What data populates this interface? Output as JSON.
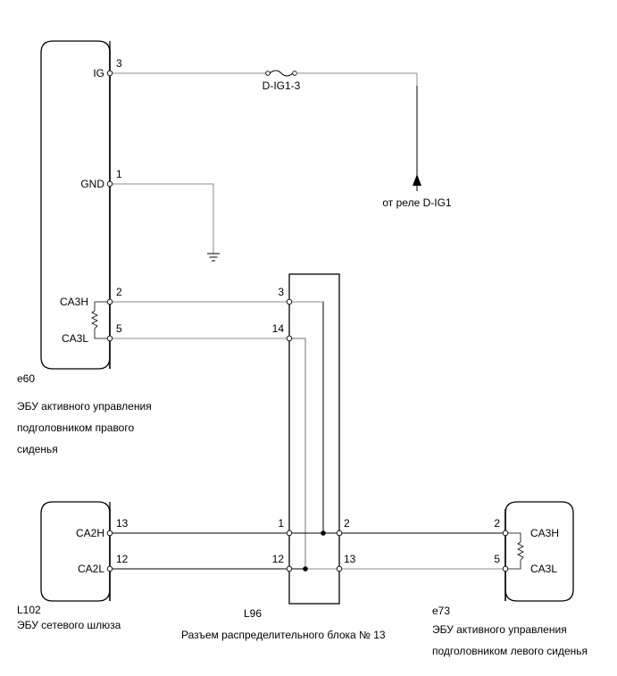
{
  "diagram": {
    "colors": {
      "wire_black": "#000000",
      "wire_gray": "#8c8c8c",
      "outline": "#000000"
    },
    "components": {
      "e60": {
        "id": "e60",
        "description_lines": [
          "ЭБУ активного управления",
          "подголовником правого",
          "сиденья"
        ],
        "pins": [
          {
            "name": "IG",
            "number": "3"
          },
          {
            "name": "GND",
            "number": "1"
          },
          {
            "name": "CA3H",
            "number": "2"
          },
          {
            "name": "CA3L",
            "number": "5"
          }
        ]
      },
      "L96": {
        "id": "L96",
        "description": "Разъем распределительного блока № 13",
        "pins_left": [
          "3",
          "14",
          "1",
          "12"
        ],
        "pins_right": [
          "2",
          "13"
        ]
      },
      "L102": {
        "id": "L102",
        "description": "ЭБУ сетевого шлюза",
        "pins": [
          {
            "name": "CA2H",
            "number": "13"
          },
          {
            "name": "CA2L",
            "number": "12"
          }
        ]
      },
      "e73": {
        "id": "e73",
        "description_lines": [
          "ЭБУ активного управления",
          "подголовником левого сиденья"
        ],
        "pins": [
          {
            "name": "CA3H",
            "number": "2"
          },
          {
            "name": "CA3L",
            "number": "5"
          }
        ]
      }
    },
    "fuse": {
      "label": "D-IG1-3"
    },
    "source": {
      "label": "от реле D-IG1"
    },
    "ground": {
      "label": "ground-symbol"
    }
  }
}
